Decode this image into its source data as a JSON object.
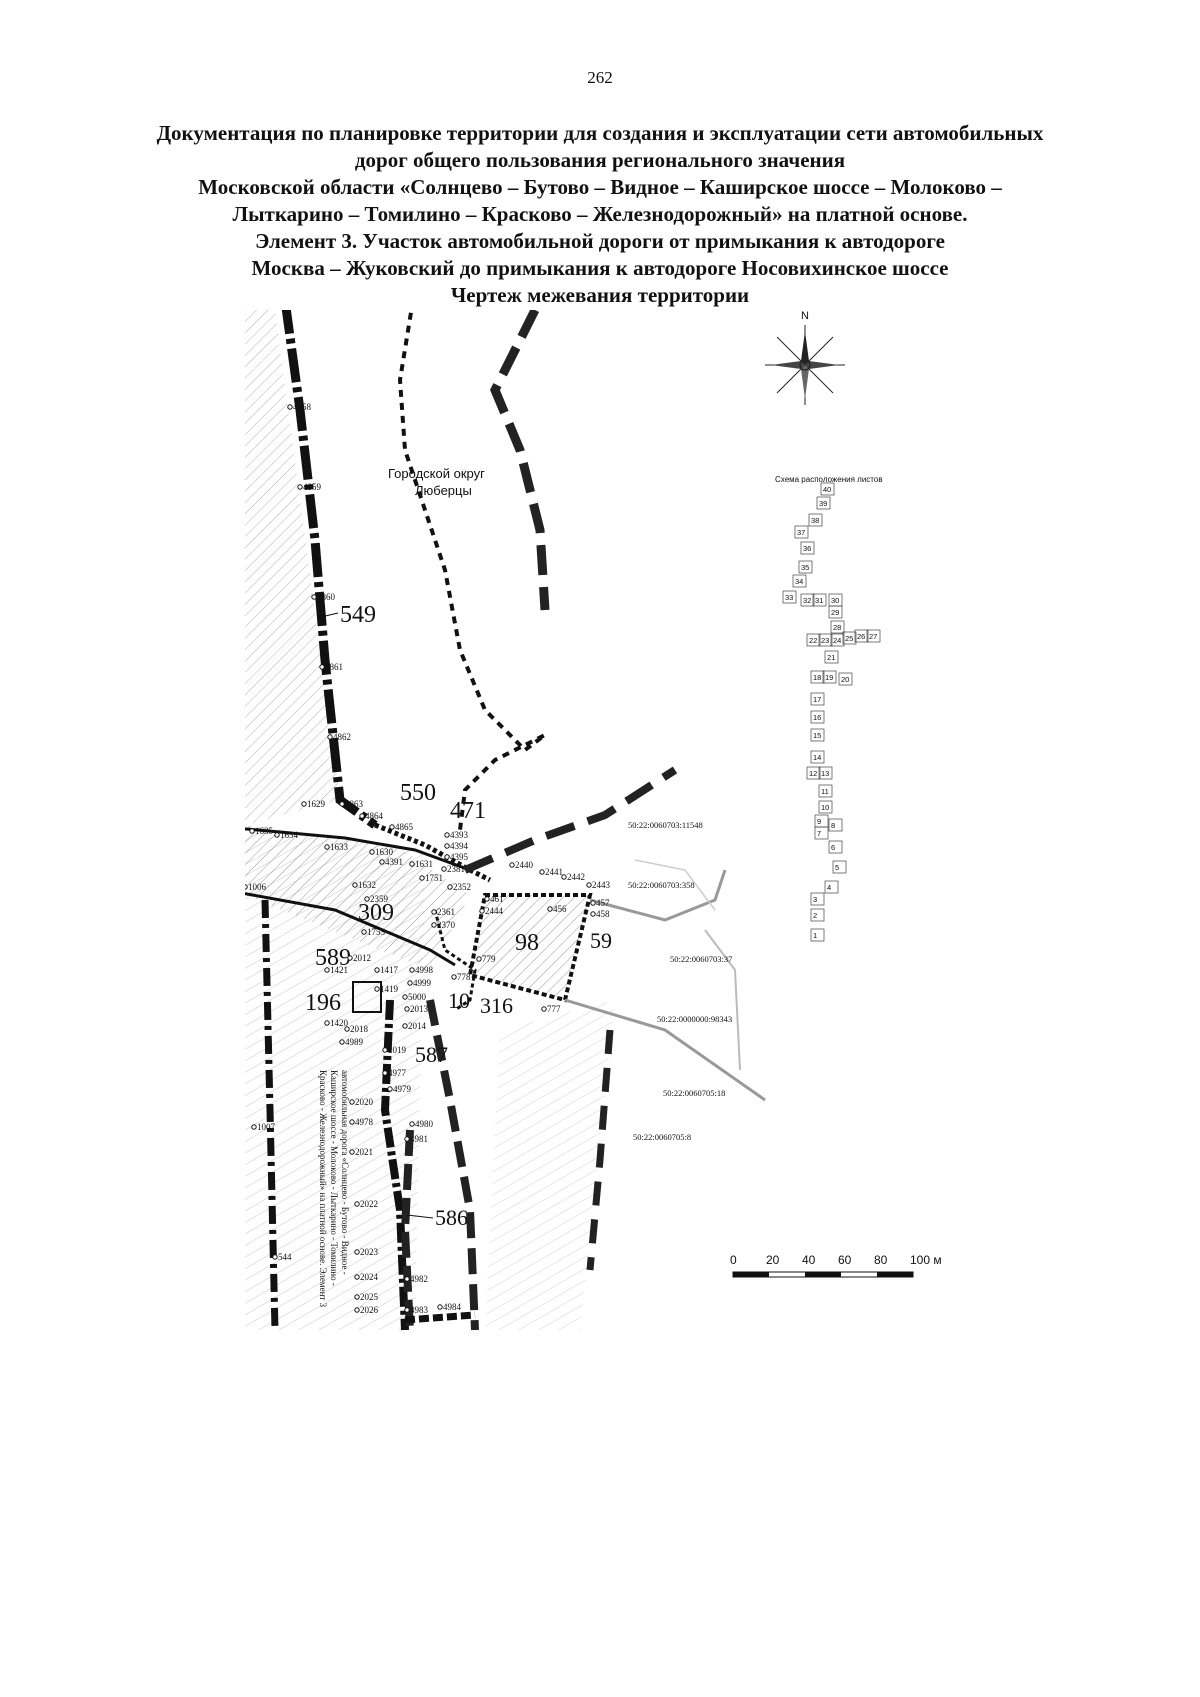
{
  "page_number": "262",
  "title_lines": [
    "Документация по планировке территории для создания и эксплуатации сети автомобильных",
    "дорог общего пользования регионального значения",
    "Московской области «Солнцево – Бутово – Видное – Каширское шоссе – Молоково –",
    "Лыткарино – Томилино – Красково – Железнодорожный» на платной основе.",
    "Элемент 3. Участок автомобильной дороги от примыкания к автодороге",
    "Москва – Жуковский до примыкания к автодороге Носовихинское шоссе",
    "Чертеж межевания территории"
  ],
  "compass": {
    "north_label": "N"
  },
  "district_label": [
    "Городской округ",
    "Люберцы"
  ],
  "sheet_scheme": {
    "title": "Схема расположения листов",
    "sheets": [
      "40",
      "39",
      "38",
      "37",
      "36",
      "35",
      "34",
      "33",
      "32",
      "31",
      "30",
      "29",
      "28",
      "22",
      "23",
      "24",
      "25",
      "26",
      "27",
      "21",
      "18",
      "19",
      "20",
      "17",
      "16",
      "15",
      "14",
      "12",
      "13",
      "11",
      "10",
      "9",
      "7",
      "8",
      "6",
      "5",
      "4",
      "3",
      "2",
      "1"
    ]
  },
  "scale_bar": {
    "ticks": [
      "0",
      "20",
      "40",
      "60",
      "80",
      "100 м"
    ]
  },
  "parcel_numbers": [
    "549",
    "550",
    "471",
    "309",
    "589",
    "196",
    "98",
    "59",
    "10",
    "316",
    "587",
    "586"
  ],
  "point_labels": [
    "4858",
    "4859",
    "4860",
    "4861",
    "4862",
    "1629",
    "4863",
    "4864",
    "4865",
    "4393",
    "4394",
    "4395",
    "1635",
    "1634",
    "1633",
    "1630",
    "4391",
    "1631",
    "1751",
    "2381",
    "2440",
    "2441",
    "2442",
    "2443",
    "1006",
    "1632",
    "2359",
    "2352",
    "461",
    "2444",
    "456",
    "457",
    "458",
    "2361",
    "2370",
    "1753",
    "2012",
    "779",
    "1421",
    "1417",
    "4998",
    "4999",
    "778",
    "1419",
    "5000",
    "2013",
    "1420",
    "2018",
    "2014",
    "777",
    "4989",
    "2019",
    "4977",
    "4979",
    "2020",
    "4978",
    "4980",
    "4981",
    "2021",
    "2022",
    "2023",
    "2024",
    "4982",
    "2025",
    "2026",
    "4983",
    "4984",
    "1007",
    "544"
  ],
  "cadastral_labels": [
    "50:22:0060703:11548",
    "50:22:0060703:358",
    "50:22:0060703:37",
    "50:22:0000000:98343",
    "50:22:0060705:18",
    "50:22:0060705:8"
  ],
  "road_caption": [
    "автомобильная дорога «Солнцево - Бутово - Видное -",
    "Каширское шоссе - Молоково - Лыткарино - Томилино -",
    "Красково - Железнодорожный» на платной основе. Элемент 3"
  ]
}
